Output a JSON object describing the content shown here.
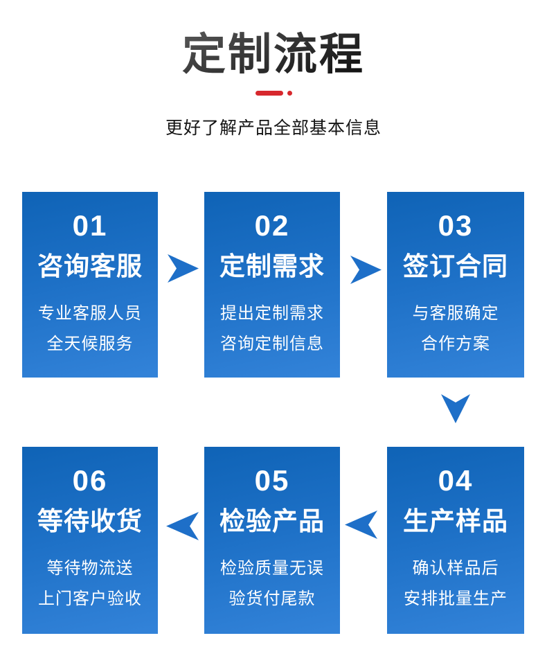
{
  "header": {
    "title": "定制流程",
    "subtitle": "更好了解产品全部基本信息"
  },
  "colors": {
    "accent_red": "#d7282d",
    "box_gradient_top": "#0f63b6",
    "box_gradient_bottom": "#3383d9",
    "arrow_blue": "#1e6fc8",
    "text_on_box": "#ffffff"
  },
  "steps": [
    {
      "number": "01",
      "title": "咨询客服",
      "lines": [
        "专业客服人员",
        "全天候服务"
      ]
    },
    {
      "number": "02",
      "title": "定制需求",
      "lines": [
        "提出定制需求",
        "咨询定制信息"
      ]
    },
    {
      "number": "03",
      "title": "签订合同",
      "lines": [
        "与客服确定",
        "合作方案"
      ]
    },
    {
      "number": "04",
      "title": "生产样品",
      "lines": [
        "确认样品后",
        "安排批量生产"
      ]
    },
    {
      "number": "05",
      "title": "检验产品",
      "lines": [
        "检验质量无误",
        "验货付尾款"
      ]
    },
    {
      "number": "06",
      "title": "等待收货",
      "lines": [
        "等待物流送",
        "上门客户验收"
      ]
    }
  ]
}
